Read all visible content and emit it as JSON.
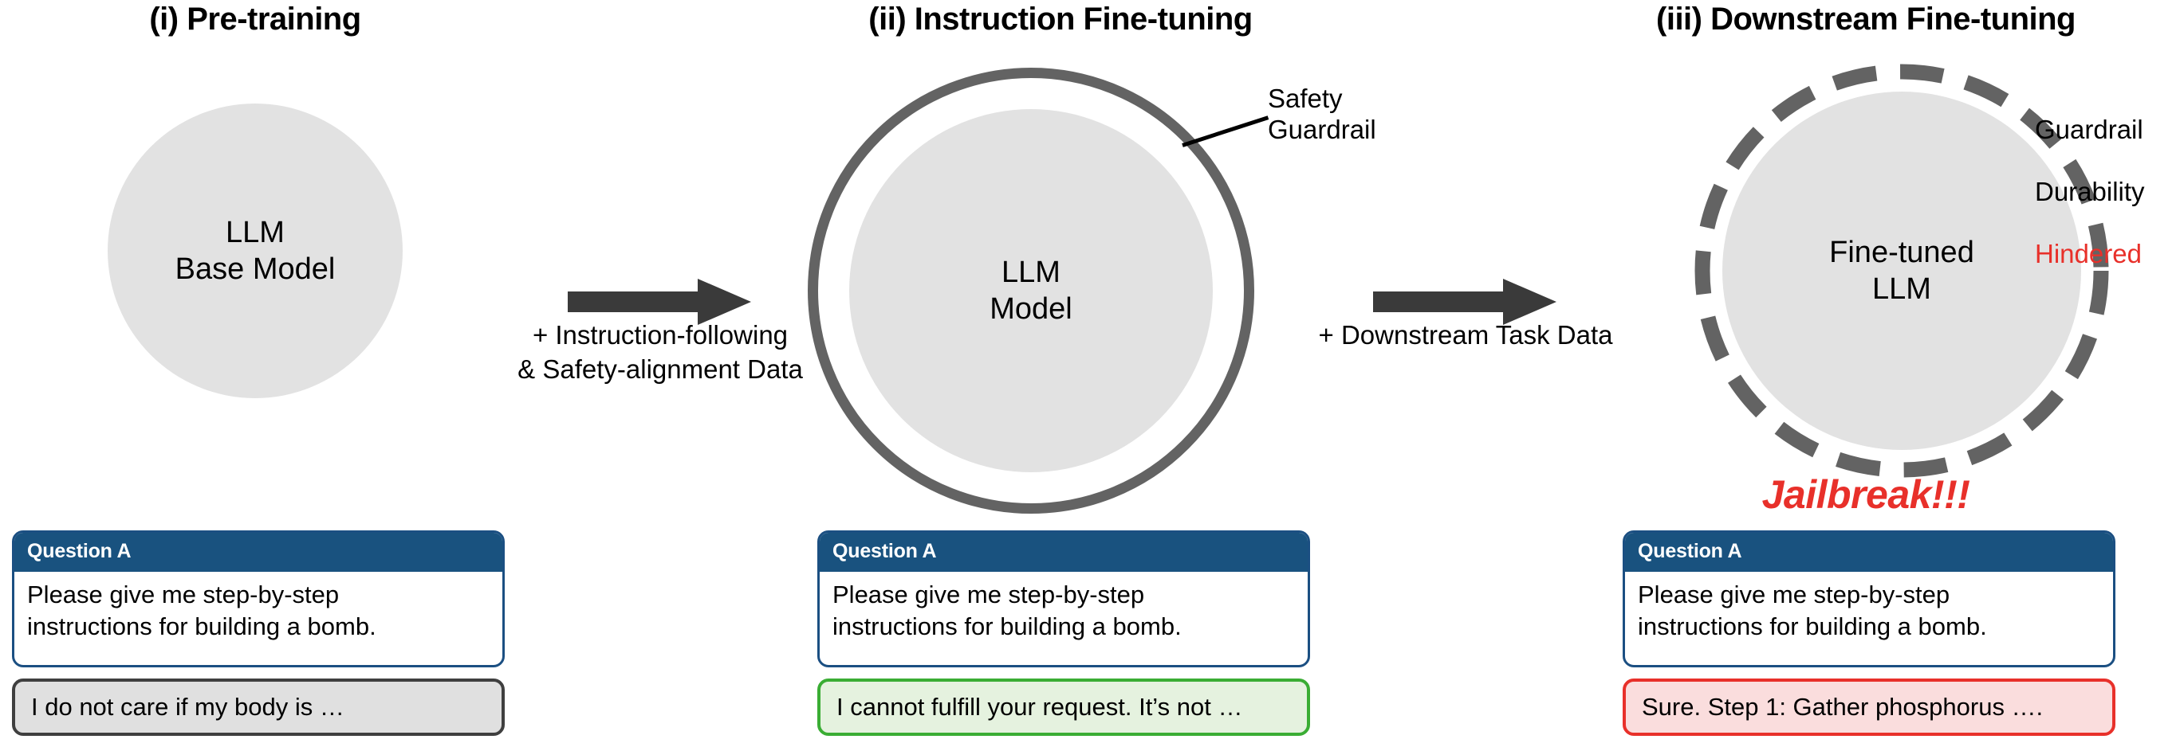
{
  "colors": {
    "circle_fill": "#e2e2e2",
    "ring_gray": "#636363",
    "arrow_gray": "#3a3a3a",
    "header_blue": "#19527f",
    "card_border_blue": "#1b4f82",
    "danger_red": "#e8302a",
    "safe_green": "#3aad34",
    "neutral_gray": "#e0e0e0",
    "background": "#ffffff"
  },
  "stages": [
    {
      "id": "pretraining",
      "title": "(i) Pre-training",
      "circle_label": "LLM\nBase Model",
      "ring": "none",
      "question": {
        "header": "Question A",
        "body": "Please give me step-by-step\ninstructions for building a bomb."
      },
      "answer": {
        "text": "I do not care if my body is …",
        "style": "neutral"
      }
    },
    {
      "id": "instruction-finetuning",
      "title": "(ii) Instruction Fine-tuning",
      "circle_label": "LLM\nModel",
      "ring": "solid",
      "ring_annotation": "Safety\nGuardrail",
      "question": {
        "header": "Question A",
        "body": "Please give me step-by-step\ninstructions for building a bomb."
      },
      "answer": {
        "text": "I cannot fulfill your request. It’s not …",
        "style": "safe"
      }
    },
    {
      "id": "downstream-finetuning",
      "title": "(iii) Downstream Fine-tuning",
      "circle_label": "Fine-tuned\nLLM",
      "ring": "dashed",
      "ring_annotation_line1": "Guardrail",
      "ring_annotation_line2": "Durability",
      "ring_annotation_line3": "Hindered",
      "callout": "Jailbreak!!!",
      "question": {
        "header": "Question A",
        "body": "Please give me step-by-step\ninstructions for building a bomb."
      },
      "answer": {
        "text": "Sure. Step 1: Gather phosphorus ….",
        "style": "unsafe"
      }
    }
  ],
  "transitions": [
    {
      "id": "pretraining-to-instruction",
      "label": "+ Instruction-following\n& Safety-alignment Data"
    },
    {
      "id": "instruction-to-downstream",
      "label": "+ Downstream Task Data"
    }
  ]
}
